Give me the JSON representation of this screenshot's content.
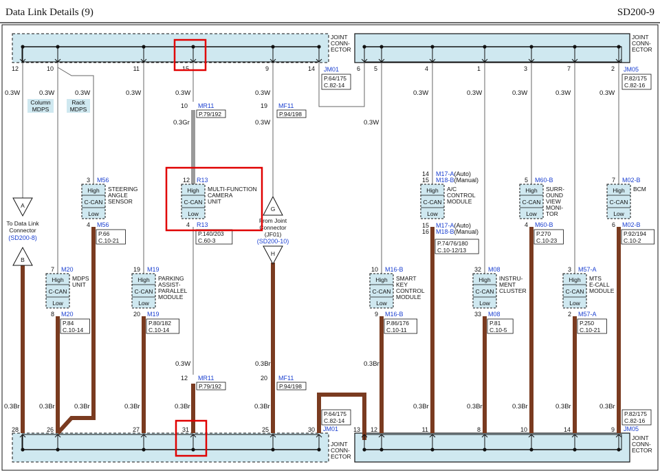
{
  "header": {
    "title": "Data Link Details (9)",
    "code": "SD200-9"
  },
  "colors": {
    "connector_fill": "#cfe8f0",
    "wire_br": "#7a3b20",
    "wire_gray": "#9a9a9a",
    "highlight": "#e00000",
    "link": "#1a3fd0"
  },
  "joint_connectors": {
    "top_left": {
      "label": "JOINT CONN-ECTOR"
    },
    "top_right": {
      "label": "JOINT CONN-ECTOR"
    },
    "bottom_left": {
      "label": "JOINT CONN-ECTOR"
    },
    "bottom_right": {
      "label": "JOINT CONN-ECTOR"
    }
  },
  "top_pins_left": [
    "12",
    "10",
    "11",
    "15",
    "9",
    "14"
  ],
  "top_pins_right": [
    "6",
    "5",
    "4",
    "1",
    "3",
    "7",
    "2"
  ],
  "bottom_pins_left": [
    "28",
    "26",
    "27",
    "31",
    "25",
    "30"
  ],
  "bottom_pins_right": [
    "13",
    "12",
    "11",
    "8",
    "10",
    "14",
    "9"
  ],
  "connector_refs": {
    "jm01_top": {
      "id": "JM01",
      "p1": "P.64/175",
      "p2": "C.82-14"
    },
    "jm05_top": {
      "id": "JM05",
      "p1": "P.82/175",
      "p2": "C.82-16"
    },
    "jm01_bot": {
      "id": "JM01",
      "p1": "P.64/175",
      "p2": "C.82-14"
    },
    "jm05_bot": {
      "id": "JM05",
      "p1": "P.82/175",
      "p2": "C.82-16"
    },
    "mr11_top": {
      "pin": "10",
      "id": "MR11",
      "p1": "P.79/192"
    },
    "mf11_top": {
      "pin": "19",
      "id": "MF11",
      "p1": "P.94/198"
    },
    "mr11_bot": {
      "pin": "12",
      "id": "MR11",
      "p1": "P.79/192"
    },
    "mf11_bot": {
      "pin": "20",
      "id": "MF11",
      "p1": "P.94/198"
    }
  },
  "wire_labels": {
    "w03W": "0.3W",
    "w03Gr": "0.3Gr",
    "w03Br": "0.3Br"
  },
  "tags": {
    "column_mdps": [
      "Column",
      "MDPS"
    ],
    "rack_mdps": [
      "Rack",
      "MDPS"
    ]
  },
  "offpage": {
    "a_label": "A",
    "a_text": [
      "To Data Link",
      "Connector"
    ],
    "a_ref": "(SD200-8)",
    "b_label": "B",
    "g_label": "G",
    "g_text": [
      "From Joint",
      "Connector",
      "(JF01)"
    ],
    "g_ref": "(SD200-10)",
    "h_label": "H"
  },
  "module_common": {
    "high": "High",
    "bus": "C-CAN",
    "low": "Low"
  },
  "modules": {
    "steering": {
      "pin_top": "3",
      "id_top": "M56",
      "pin_bot": "4",
      "id_bot": "M56",
      "name": [
        "STEERING",
        "ANGLE",
        "SENSOR"
      ],
      "ref": [
        "P.66",
        "C.10-21"
      ]
    },
    "mdps": {
      "pin_top": "7",
      "id_top": "M20",
      "pin_bot": "8",
      "id_bot": "M20",
      "name": [
        "MDPS",
        "UNIT"
      ],
      "ref": [
        "P.84",
        "C.10-14"
      ]
    },
    "parking": {
      "pin_top": "19",
      "id_top": "M19",
      "pin_bot": "20",
      "id_bot": "M19",
      "name": [
        "PARKING",
        "ASSIST-",
        "PARALLEL",
        "MODULE"
      ],
      "ref": [
        "P.80/182",
        "C.10-14"
      ]
    },
    "camera": {
      "pin_top": "12",
      "id_top": "R13",
      "pin_bot": "4",
      "id_bot": "R13",
      "name": [
        "MULTI-FUNCTION",
        "CAMERA",
        "UNIT"
      ],
      "ref": [
        "P.140/203",
        "C.60-3"
      ]
    },
    "smartkey": {
      "pin_top": "10",
      "id_top": "M16-B",
      "pin_bot": "9",
      "id_bot": "M16-B",
      "name": [
        "SMART",
        "KEY",
        "CONTROL",
        "MODULE"
      ],
      "ref": [
        "P.86/176",
        "C.10-11"
      ]
    },
    "ac": {
      "pins_top": [
        "14",
        "15"
      ],
      "ids_top": [
        "M17-A",
        "M18-B"
      ],
      "notes_top": [
        "(Auto)",
        "(Manual)"
      ],
      "pins_bot": [
        "15",
        "16"
      ],
      "ids_bot": [
        "M17-A",
        "M18-B"
      ],
      "notes_bot": [
        "(Auto)",
        "(Manual)"
      ],
      "name": [
        "A/C",
        "CONTROL",
        "MODULE"
      ],
      "ref": [
        "P.74/76/180",
        "C.10-12/13"
      ]
    },
    "cluster": {
      "pin_top": "32",
      "id_top": "M08",
      "pin_bot": "33",
      "id_bot": "M08",
      "name": [
        "INSTRU-",
        "MENT",
        "CLUSTER"
      ],
      "ref": [
        "P.81",
        "C.10-5"
      ]
    },
    "svm": {
      "pin_top": "5",
      "id_top": "M60-B",
      "pin_bot": "4",
      "id_bot": "M60-B",
      "name": [
        "SURR-",
        "OUND",
        "VIEW",
        "MONI-",
        "TOR"
      ],
      "ref": [
        "P.270",
        "C.10-23"
      ]
    },
    "mts": {
      "pin_top": "3",
      "id_top": "M57-A",
      "pin_bot": "2",
      "id_bot": "M57-A",
      "name": [
        "MTS",
        "E-CALL",
        "MODULE"
      ],
      "ref": [
        "P.250",
        "C.10-21"
      ]
    },
    "bcm": {
      "pin_top": "7",
      "id_top": "M02-B",
      "pin_bot": "6",
      "id_bot": "M02-B",
      "name": [
        "BCM"
      ],
      "ref": [
        "P.92/194",
        "C.10-2"
      ]
    }
  }
}
